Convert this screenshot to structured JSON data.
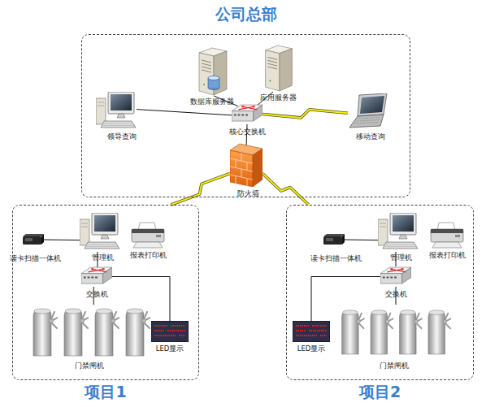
{
  "diagram": {
    "nodes": [
      {
        "text": [
          "公司总部"
        ]
      },
      {
        "text": [
          "数据库服务器"
        ],
        "in": 0
      },
      {
        "text": [
          "应用服务器"
        ],
        "in": 0
      },
      {
        "text": [
          "领导查询"
        ],
        "in": 0
      },
      {
        "text": [
          "核心交换机"
        ],
        "in": 0
      },
      {
        "text": [
          "移动查询"
        ],
        "in": 0
      },
      {
        "text": [
          "防火墙"
        ],
        "in": 0
      },
      {
        "text": [
          "项目1"
        ]
      },
      {
        "text": [
          "读卡扫描一体机"
        ],
        "in": 7
      },
      {
        "text": [
          "管理机"
        ],
        "in": 7
      },
      {
        "text": [
          "报表打印机"
        ],
        "in": 7
      },
      {
        "text": [
          "交换机"
        ],
        "in": 7
      },
      {
        "text": [
          "门禁闸机"
        ],
        "in": 7
      },
      {
        "text": [
          "LED显示"
        ],
        "in": 7
      },
      {
        "text": [
          "项目2"
        ]
      },
      {
        "text": [
          "读卡扫描一体机"
        ],
        "in": 14
      },
      {
        "text": [
          "管理机"
        ],
        "in": 14
      },
      {
        "text": [
          "报表打印机"
        ],
        "in": 14
      },
      {
        "text": [
          "交换机"
        ],
        "in": 14
      },
      {
        "text": [
          "LED显示"
        ],
        "in": 14
      },
      {
        "text": [
          "门禁闸机"
        ],
        "in": 14
      }
    ],
    "edges": [
      {
        "from": 1,
        "to": 4,
        "arrow": "none"
      },
      {
        "from": 2,
        "to": 4,
        "arrow": "none"
      },
      {
        "from": 3,
        "to": 4,
        "arrow": "none"
      },
      {
        "from": 4,
        "to": 5,
        "arrow": "none"
      },
      {
        "from": 4,
        "to": 6,
        "arrow": "none"
      },
      {
        "from": 6,
        "to": 7,
        "arrow": "none"
      },
      {
        "from": 6,
        "to": 14,
        "arrow": "none"
      },
      {
        "from": 8,
        "to": 9,
        "arrow": "none"
      },
      {
        "from": 9,
        "to": 11,
        "arrow": "none"
      },
      {
        "from": 11,
        "to": 12,
        "arrow": "none"
      },
      {
        "from": 11,
        "to": 13,
        "arrow": "none"
      },
      {
        "from": 15,
        "to": 16,
        "arrow": "none"
      },
      {
        "from": 16,
        "to": 18,
        "arrow": "none"
      },
      {
        "from": 18,
        "to": 20,
        "arrow": "none"
      },
      {
        "from": 18,
        "to": 19,
        "arrow": "none"
      }
    ]
  }
}
